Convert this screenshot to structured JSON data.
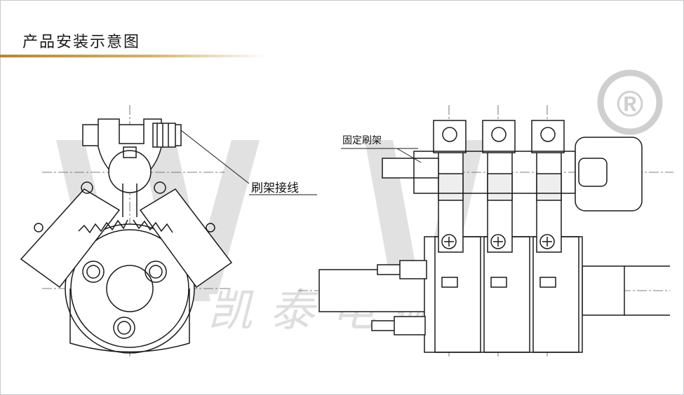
{
  "header": {
    "title": "产品安装示意图"
  },
  "labels": {
    "brush_wiring": "刷架接线",
    "fixed_brush_holder": "固定刷架"
  },
  "watermark": {
    "text": "凯泰电碳",
    "registered_mark": "®"
  },
  "colors": {
    "accent_gold": "#c89a3e",
    "line": "#1a1a1a",
    "watermark": "#c8c8c8"
  }
}
